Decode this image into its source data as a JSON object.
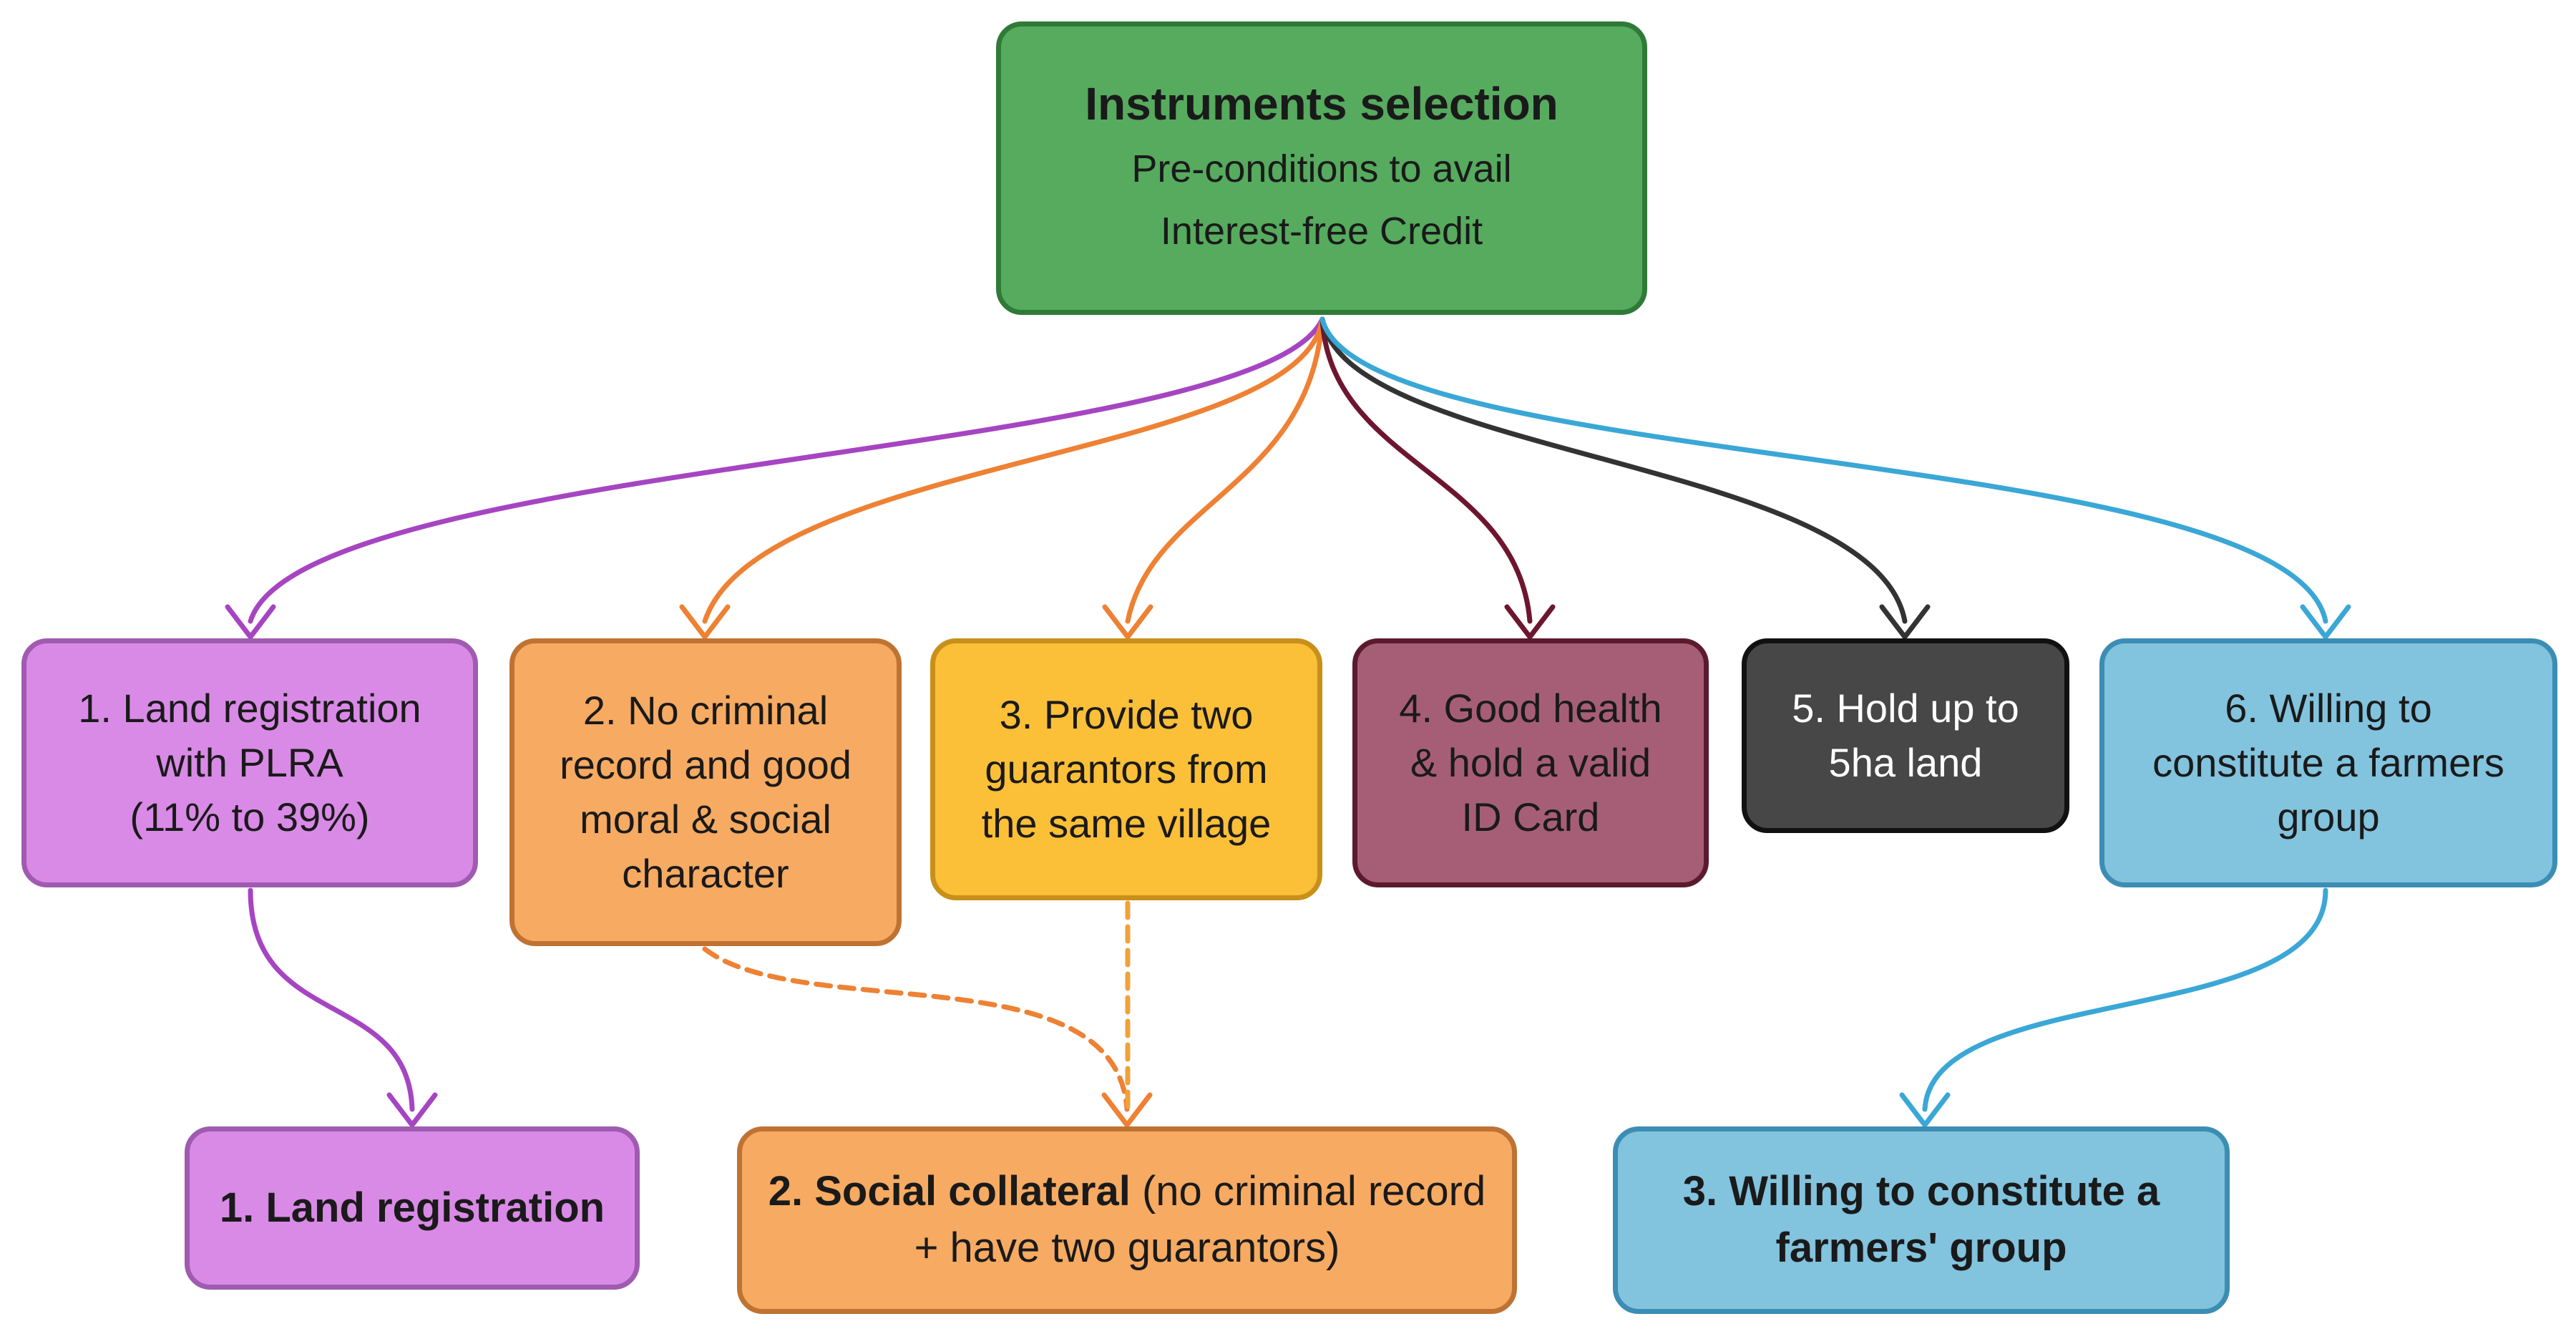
{
  "root": {
    "title": "Instruments selection",
    "subtitle": "Pre-conditions to avail\nInterest-free Credit"
  },
  "preconditions": [
    {
      "text": "1. Land registration\nwith PLRA\n(11% to 39%)"
    },
    {
      "text": "2. No criminal\nrecord and good\nmoral & social\ncharacter"
    },
    {
      "text": "3. Provide two\nguarantors from\nthe same village"
    },
    {
      "text": "4. Good health\n& hold a valid\nID Card"
    },
    {
      "text": "5. Hold up to\n5ha land"
    },
    {
      "text": "6. Willing to\nconstitute a farmers\ngroup"
    }
  ],
  "instruments": [
    {
      "text": "1. Land registration"
    },
    {
      "lead": "2. Social collateral",
      "rest": " (no criminal record\n+ have two guarantors)"
    },
    {
      "text": "3. Willing to constitute a\nfarmers' group"
    }
  ],
  "colors": {
    "purple": "#a645c2",
    "orange": "#ee8133",
    "maroon": "#6e1530",
    "dark": "#333333",
    "blue": "#3aa7d6",
    "dashed_orange": "#f0a13a"
  }
}
